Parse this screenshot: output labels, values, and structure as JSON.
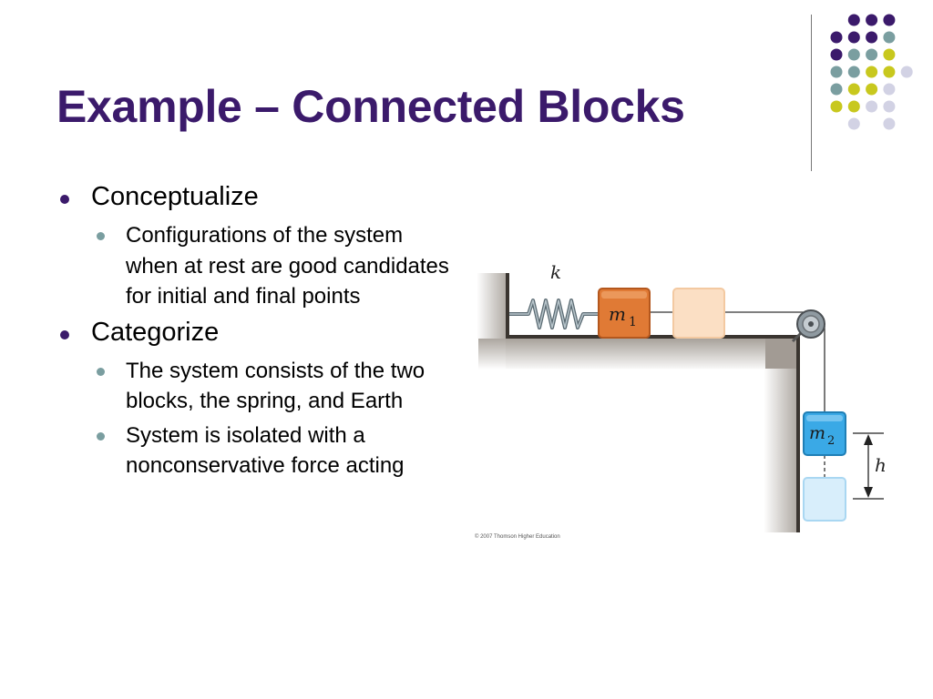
{
  "slide": {
    "title": "Example – Connected Blocks",
    "bullets": [
      {
        "text": "Conceptualize",
        "sub": [
          "Configurations of the system when at rest are good candidates for initial and final points"
        ]
      },
      {
        "text": "Categorize",
        "sub": [
          "The system consists of the two blocks, the spring, and Earth",
          "System is isolated with a nonconservative force acting"
        ]
      }
    ]
  },
  "figure": {
    "spring_label": "k",
    "block1_label": "m",
    "block1_sub": "1",
    "block2_label": "m",
    "block2_sub": "2",
    "height_label": "h",
    "copyright": "© 2007 Thomson Higher Education"
  },
  "colors": {
    "title": "#3b1a6b",
    "dot_purple": "#3b1a6b",
    "dot_teal": "#7a9ea0",
    "dot_yellow": "#c8c81e",
    "dot_lavender": "#d2d2e4",
    "block1": "#e07a35",
    "block2": "#3aa9e6"
  }
}
